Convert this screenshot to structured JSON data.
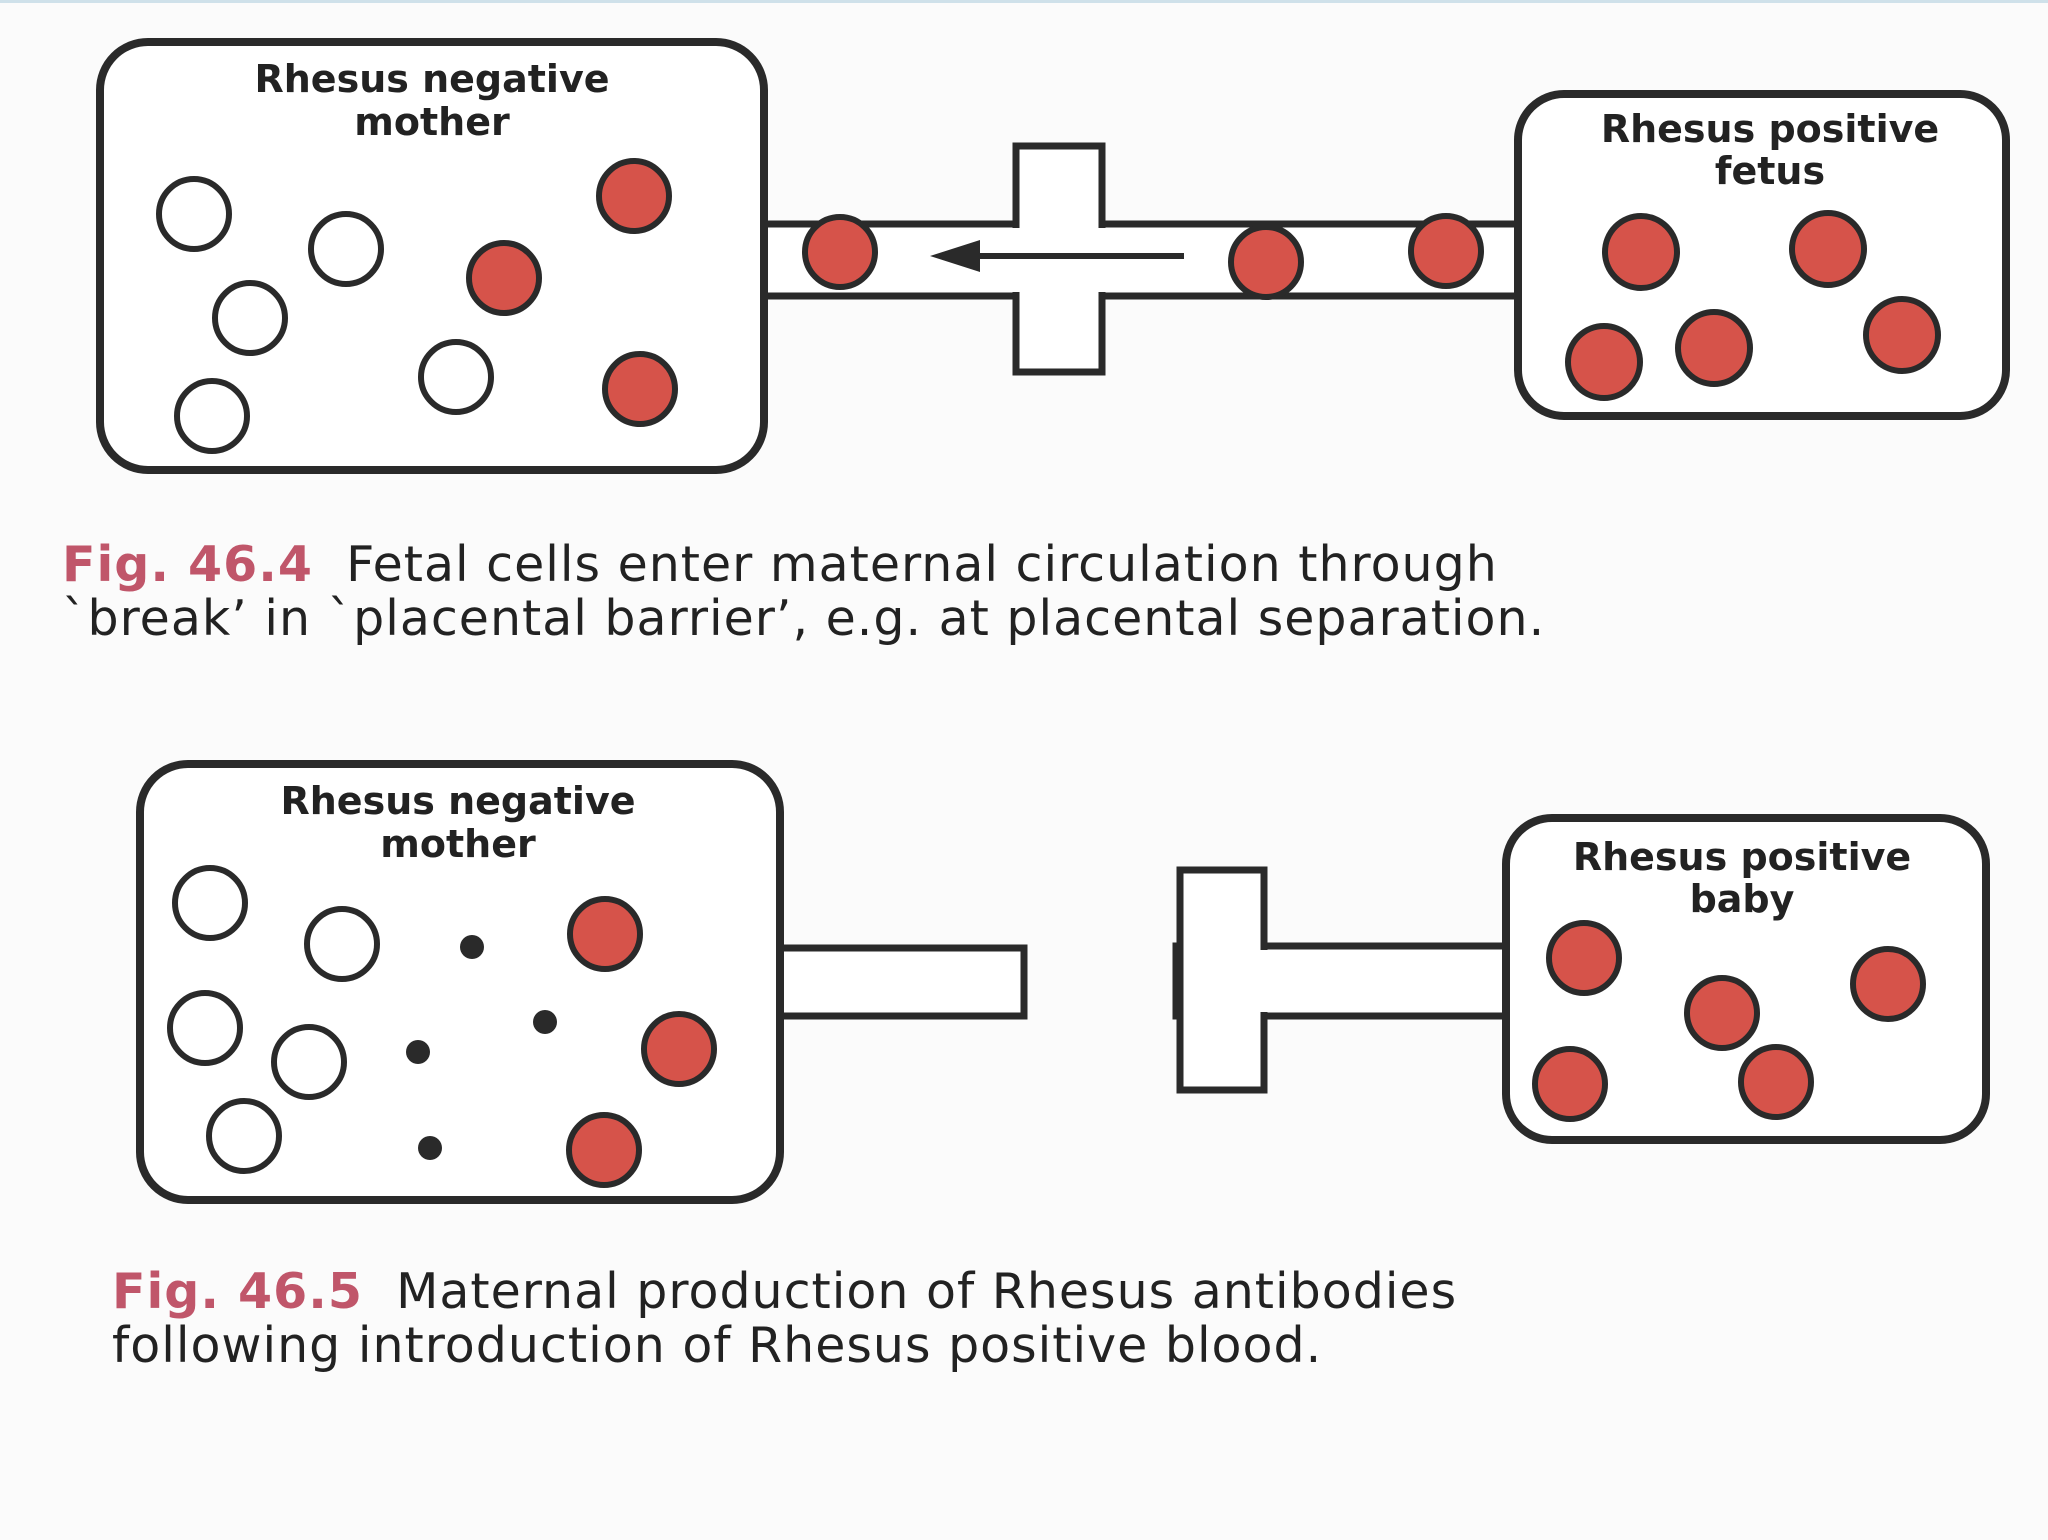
{
  "figures": [
    {
      "left_box_label": [
        "Rhesus negative",
        "mother"
      ],
      "right_box_label": [
        "Rhesus positive",
        "fetus"
      ],
      "caption_number": "Fig. 46.4",
      "caption_text": "Fetal cells enter maternal circulation through",
      "caption_text_line2": "`break’ in `placental barrier’, e.g. at placental separation."
    },
    {
      "left_box_label": [
        "Rhesus negative",
        "mother"
      ],
      "right_box_label": [
        "Rhesus positive",
        "baby"
      ],
      "caption_number": "Fig. 46.5",
      "caption_text": "Maternal production of Rhesus antibodies",
      "caption_text_line2": "following introduction of Rhesus positive blood."
    }
  ],
  "colors": {
    "red_cell": "#d6534a",
    "outline": "#2a2a2a",
    "caption_number": "#c0566a",
    "caption_text": "#222222"
  }
}
